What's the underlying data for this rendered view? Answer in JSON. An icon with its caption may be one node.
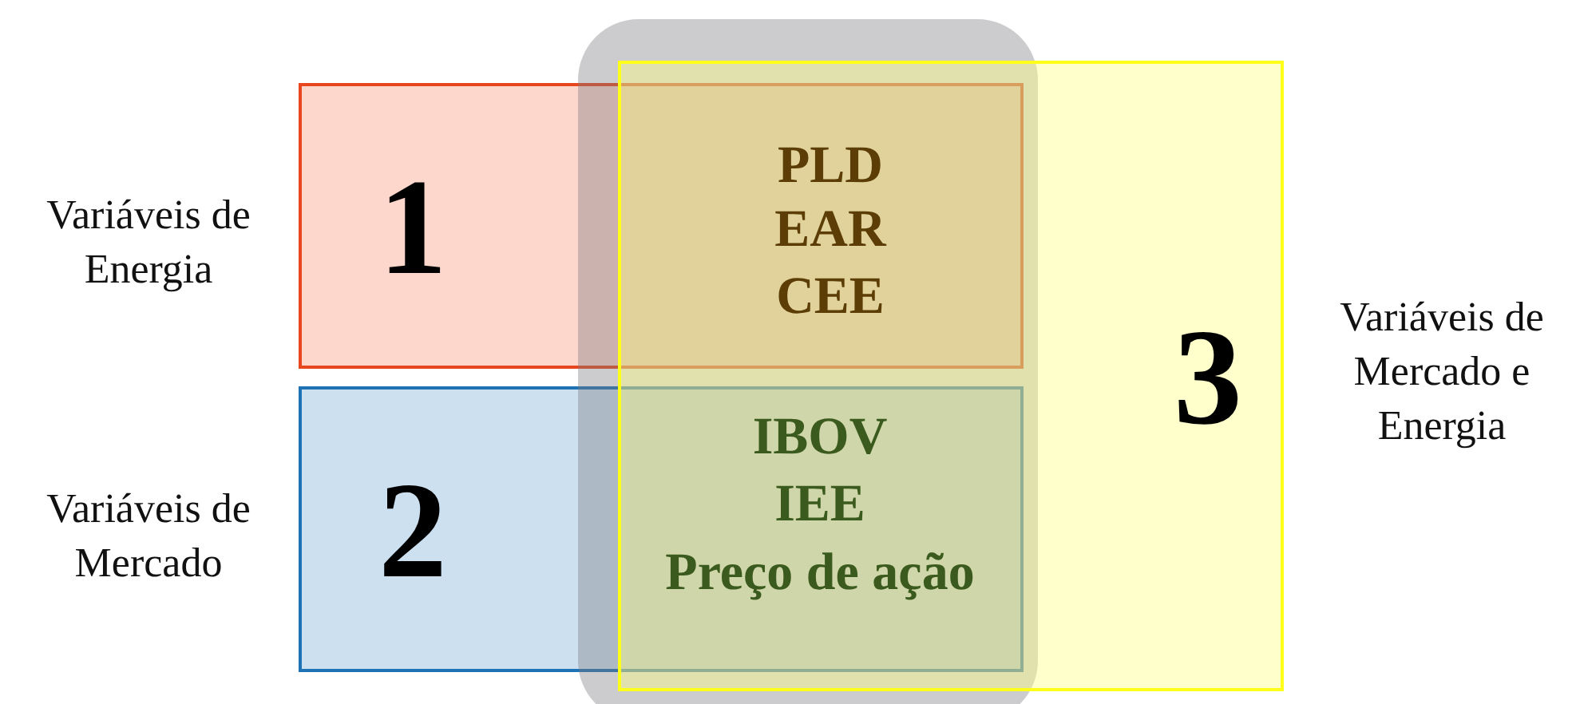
{
  "diagram": {
    "nodes": [
      {
        "text": [
          "1"
        ],
        "beside": [
          "Variáveis de Energia"
        ]
      },
      {
        "text": [
          "2"
        ],
        "beside": [
          "Variáveis de Mercado"
        ]
      },
      {
        "text": [],
        "shape": "box"
      },
      {
        "text": [
          "3"
        ],
        "beside": [
          "Variáveis de Mercado e Energia"
        ]
      }
    ],
    "labels": [
      "PLD",
      "EAR",
      "CEE",
      "IBOV",
      "IEE",
      "Preço de ação"
    ]
  }
}
